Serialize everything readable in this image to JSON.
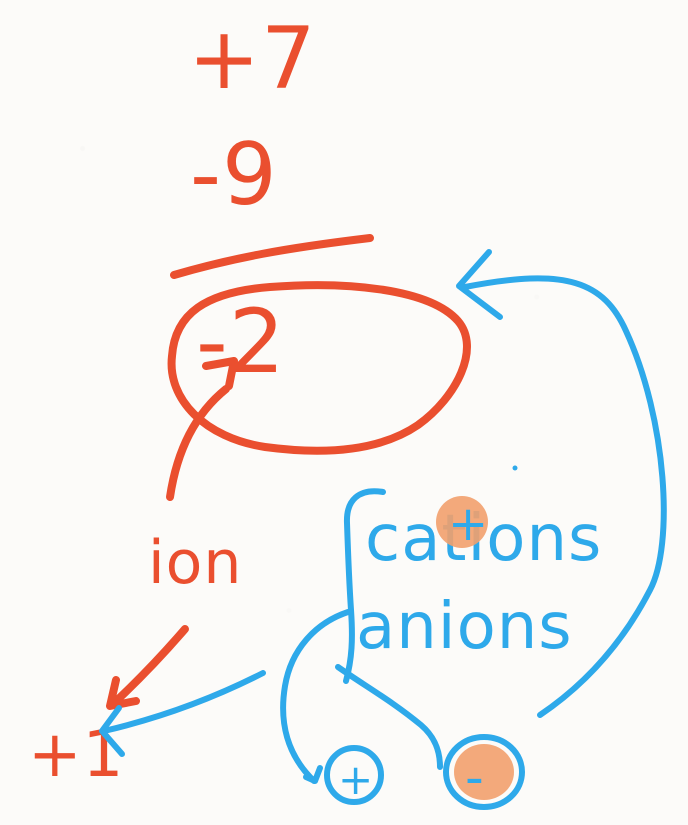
{
  "math": {
    "top": "+7",
    "middle": "-9",
    "result": "-2"
  },
  "labels": {
    "ion": "ion",
    "plus_one": "+1",
    "cations": "cations",
    "anions": "anions",
    "plus_sign": "+",
    "minus_sign": "-"
  },
  "colors": {
    "red": "#ea4f2f",
    "blue": "#2ea9ea",
    "orange": "#f2a06d",
    "background": "#fcfbf9"
  }
}
